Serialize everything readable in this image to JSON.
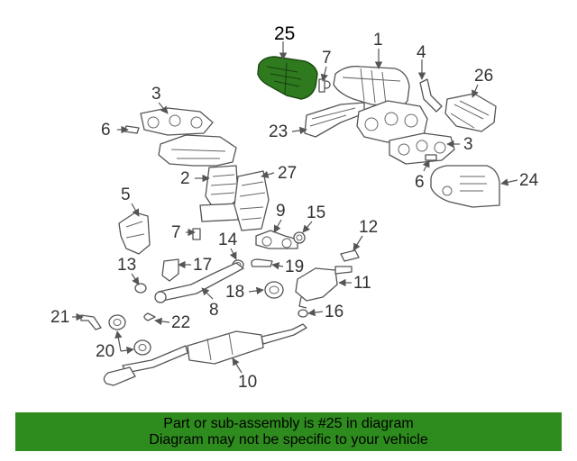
{
  "diagram": {
    "highlighted_part": "25",
    "highlight_color": "#2f7a1f",
    "callouts": {
      "c1": "1",
      "c2": "2",
      "c3a": "3",
      "c3b": "3",
      "c4": "4",
      "c5": "5",
      "c6a": "6",
      "c6b": "6",
      "c7a": "7",
      "c7b": "7",
      "c8": "8",
      "c9": "9",
      "c10": "10",
      "c11": "11",
      "c12": "12",
      "c13": "13",
      "c14": "14",
      "c15": "15",
      "c16": "16",
      "c17": "17",
      "c18": "18",
      "c19": "19",
      "c20": "20",
      "c21": "21",
      "c22": "22",
      "c23": "23",
      "c24": "24",
      "c25": "25",
      "c26": "26",
      "c27": "27"
    }
  },
  "banner": {
    "line1": "Part or sub-assembly is #25 in diagram",
    "line2": "Diagram may not be specific to your vehicle",
    "color": "#2e8b1e"
  }
}
